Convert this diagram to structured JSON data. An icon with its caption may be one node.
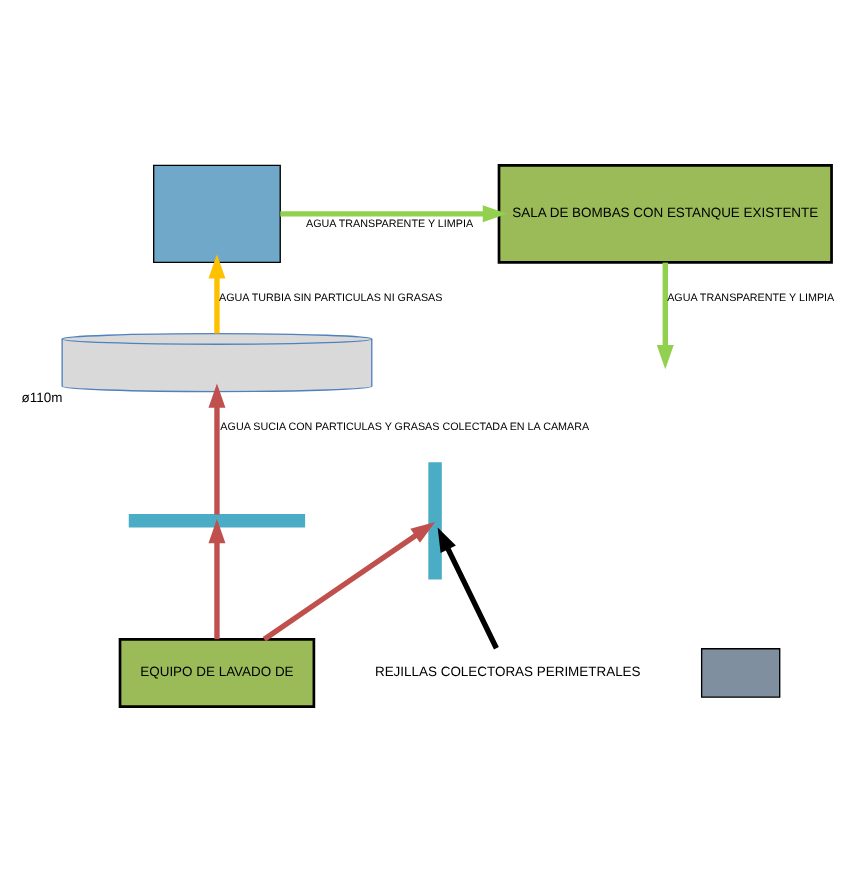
{
  "diagram": {
    "nodes": [
      {
        "text": [],
        "shape": "box"
      },
      {
        "text": [],
        "shape": "box"
      },
      {
        "text": [
          "SALA DE BOMBAS CON ESTANQUE EXISTENTE"
        ]
      },
      {
        "text": [],
        "shape": "cylinder",
        "beside": [
          "ø110m"
        ]
      },
      {
        "text": [
          "EQUIPO DE LAVADO DE"
        ]
      },
      {
        "text": [],
        "shape": "bar"
      },
      {
        "text": [],
        "shape": "bar"
      },
      {
        "text": [
          "REJILLAS COLECTORAS PERIMETRALES"
        ]
      }
    ],
    "edges": [
      {
        "from": 0,
        "to": 2,
        "arrow": "to",
        "label": "AGUA TRANSPARENTE Y LIMPIA",
        "color": "#92d050"
      },
      {
        "from": 2,
        "to": null,
        "arrow": "to",
        "label": "AGUA TRANSPARENTE Y LIMPIA",
        "color": "#92d050"
      },
      {
        "from": 3,
        "to": 0,
        "arrow": "to",
        "label": "AGUA TURBIA SIN PARTICULAS NI GRASAS",
        "color": "#ffc000"
      },
      {
        "from": 4,
        "to": 5,
        "arrow": "to",
        "color": "#c0504d"
      },
      {
        "from": 4,
        "to": 6,
        "arrow": "to",
        "color": "#c0504d"
      },
      {
        "from": 5,
        "to": 3,
        "arrow": "to",
        "label": "AGUA SUCIA CON PARTICULAS Y GRASAS COLECTADA EN LA CAMARA",
        "color": "#c0504d"
      },
      {
        "from": 7,
        "to": 6,
        "arrow": "to",
        "color": "#000000"
      }
    ]
  }
}
